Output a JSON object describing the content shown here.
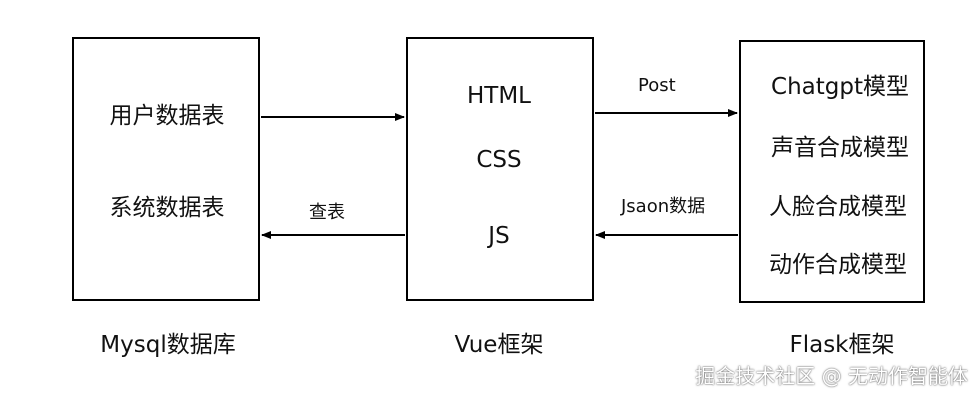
{
  "nodes": {
    "mysql": {
      "items": [
        "用户数据表",
        "系统数据表"
      ],
      "caption": "Mysql数据库"
    },
    "vue": {
      "items": [
        "HTML",
        "CSS",
        "JS"
      ],
      "caption": "Vue框架"
    },
    "flask": {
      "items": [
        "Chatgpt模型",
        "声音合成模型",
        "人脸合成模型",
        "动作合成模型"
      ],
      "caption": "Flask框架"
    }
  },
  "edges": {
    "mysql_to_vue": {
      "label": ""
    },
    "vue_to_mysql": {
      "label": "查表"
    },
    "vue_to_flask": {
      "label": "Post"
    },
    "flask_to_vue": {
      "label": "Jsaon数据"
    }
  },
  "watermark": "掘金技术社区 @ 无动作智能体"
}
